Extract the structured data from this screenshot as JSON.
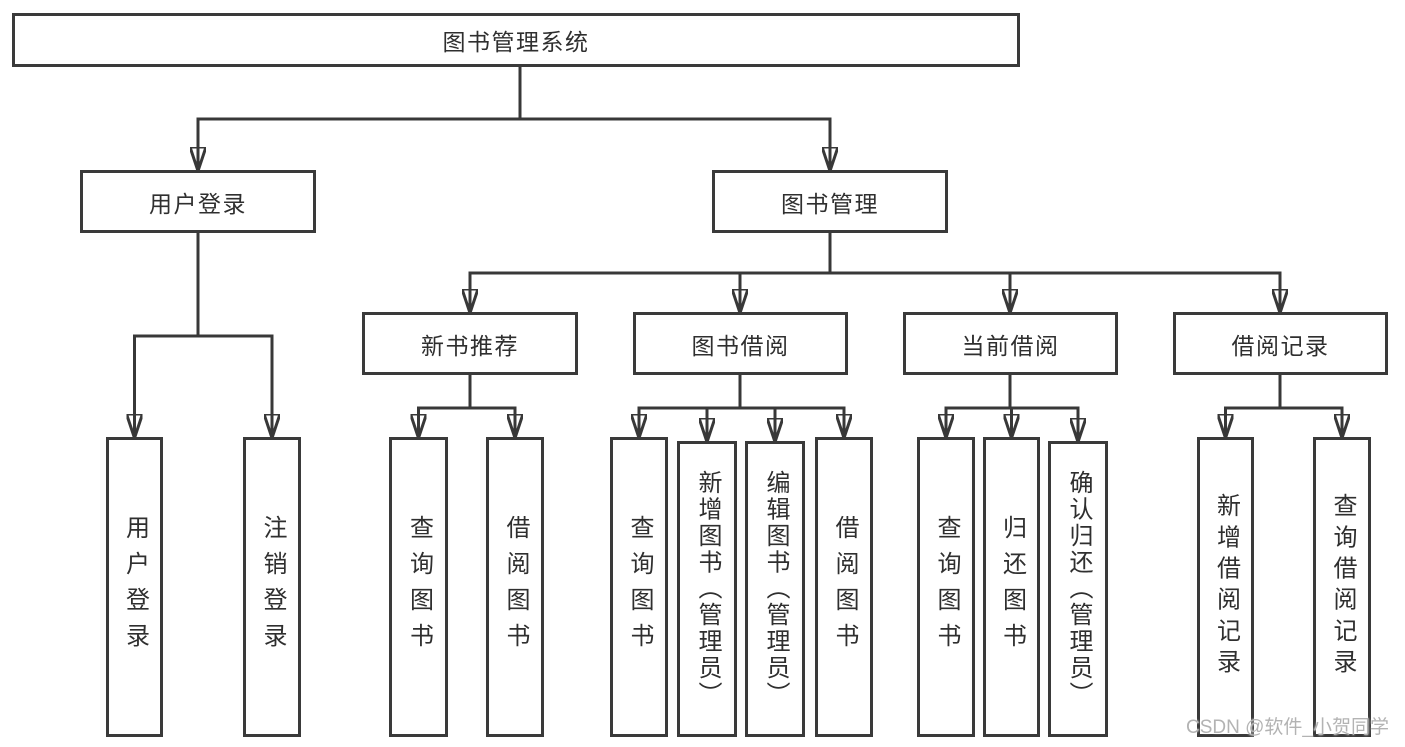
{
  "colors": {
    "box-border": "#3a3a3a",
    "line": "#383838",
    "text": "#2f2f2f",
    "watermark": "#b3b3b3",
    "bg": "#ffffff"
  },
  "tree": {
    "root": {
      "label": "图书管理系统",
      "children": [
        {
          "label": "用户登录",
          "children": [
            {
              "label": "用户登录"
            },
            {
              "label": "注销登录"
            }
          ]
        },
        {
          "label": "图书管理",
          "children": [
            {
              "label": "新书推荐",
              "children": [
                {
                  "label": "查询图书"
                },
                {
                  "label": "借阅图书"
                }
              ]
            },
            {
              "label": "图书借阅",
              "children": [
                {
                  "label": "查询图书"
                },
                {
                  "label": "新增图书（管理员）"
                },
                {
                  "label": "编辑图书（管理员）"
                },
                {
                  "label": "借阅图书"
                }
              ]
            },
            {
              "label": "当前借阅",
              "children": [
                {
                  "label": "查询图书"
                },
                {
                  "label": "归还图书"
                },
                {
                  "label": "确认归还（管理员）"
                }
              ]
            },
            {
              "label": "借阅记录",
              "children": [
                {
                  "label": "新增借阅记录"
                },
                {
                  "label": "查询借阅记录"
                }
              ]
            }
          ]
        }
      ]
    }
  },
  "watermark": {
    "text": "CSDN @软件_小贺同学"
  }
}
